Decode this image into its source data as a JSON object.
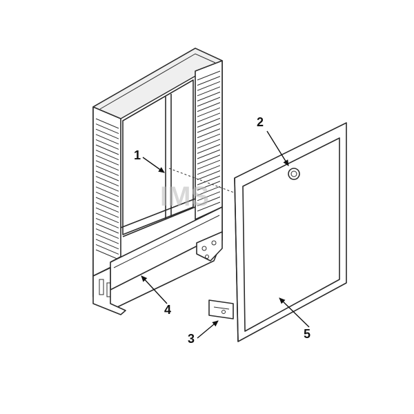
{
  "figure": {
    "callouts": [
      {
        "id": "1",
        "label": "1"
      },
      {
        "id": "2",
        "label": "2"
      },
      {
        "id": "3",
        "label": "3"
      },
      {
        "id": "4",
        "label": "4"
      },
      {
        "id": "5",
        "label": "5"
      }
    ],
    "watermark": "IMS"
  }
}
